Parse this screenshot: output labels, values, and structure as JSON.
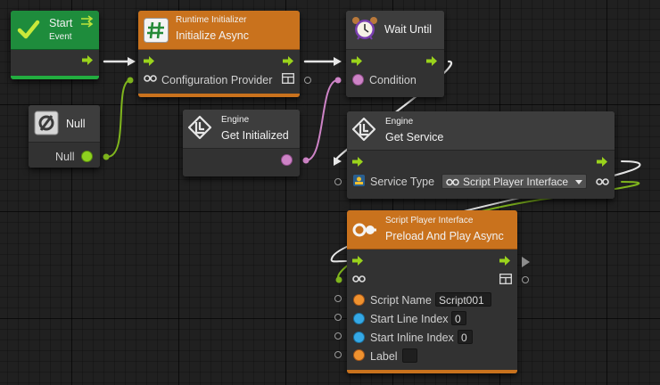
{
  "colors": {
    "flow": "#9ad31c",
    "pink": "#cd83c6",
    "orange": "#f0922f",
    "cyan": "#35a9e6",
    "green": "#8ed21f",
    "wire_green": "#7fb51d"
  },
  "start": {
    "title": "Start",
    "subtitle": "Event",
    "icon": "checkmark-icon",
    "event_icon": "event-arrows-icon"
  },
  "null_node": {
    "title": "Null",
    "port_label": "Null",
    "icon": "null-icon"
  },
  "runtime": {
    "subtitle": "Runtime Initializer",
    "title": "Initialize Async",
    "icon": "hash-icon",
    "port_label": "Configuration Provider"
  },
  "engine_init": {
    "subtitle": "Engine",
    "title": "Get Initialized",
    "icon": "engine-icon"
  },
  "wait_until": {
    "title": "Wait Until",
    "icon": "alarm-clock-icon",
    "port_label": "Condition"
  },
  "get_service": {
    "subtitle": "Engine",
    "title": "Get Service",
    "icon": "engine-icon",
    "port_label": "Service Type",
    "dropdown_value": "Script Player Interface"
  },
  "preload": {
    "subtitle": "Script Player Interface",
    "title": "Preload And Play Async",
    "icon": "interface-icon",
    "ports": [
      {
        "label": "Script Name",
        "value": "Script001"
      },
      {
        "label": "Start Line Index",
        "value": "0"
      },
      {
        "label": "Start Inline Index",
        "value": "0"
      },
      {
        "label": "Label",
        "value": ""
      }
    ]
  }
}
